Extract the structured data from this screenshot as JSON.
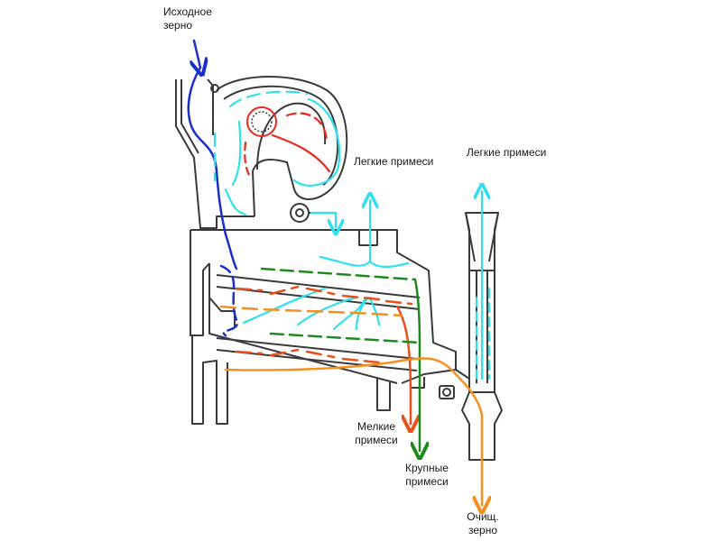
{
  "labels": {
    "input_grain": [
      "Исходное",
      "зерно"
    ],
    "light_impurities_1": "Легкие примеси",
    "light_impurities_2": "Легкие примеси",
    "small_impurities": [
      "Мелкие",
      "примеси"
    ],
    "large_impurities": [
      "Крупные",
      "примеси"
    ],
    "cleaned_grain": [
      "Очищ.",
      "зерно"
    ]
  },
  "colors": {
    "outline": "#3a3a3a",
    "grain_flow": "#1a2fc8",
    "air_flow": "#2fe0f0",
    "fan_flow": "#e82a1a",
    "small_impurities": "#e8501a",
    "large_impurities": "#1e8a1e",
    "cleaned_grain": "#f5901e"
  }
}
